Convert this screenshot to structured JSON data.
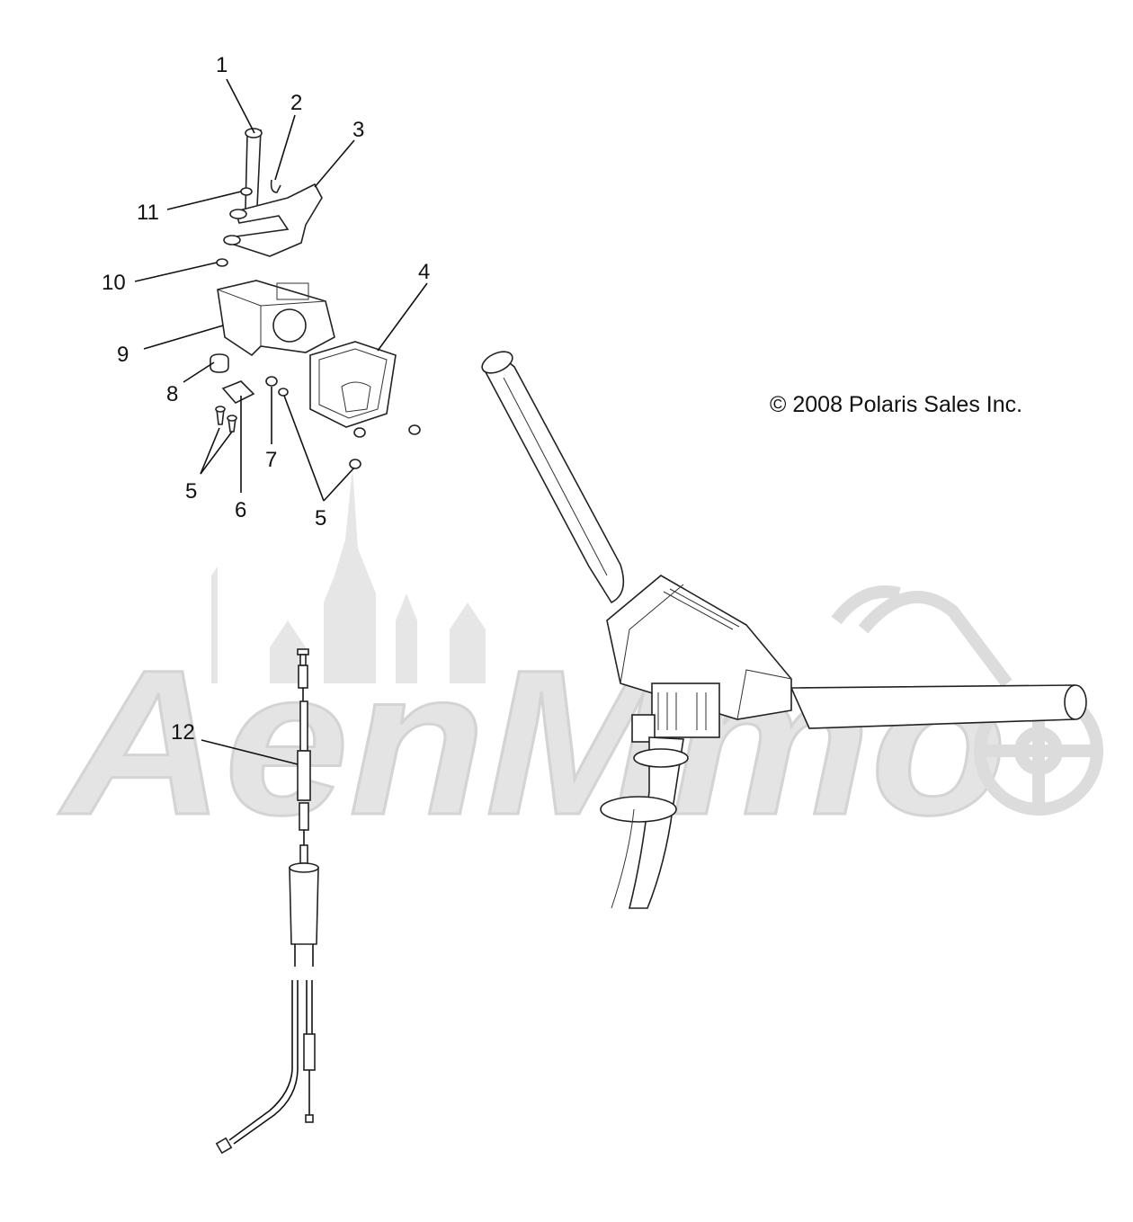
{
  "copyright": "© 2008 Polaris Sales Inc.",
  "watermark": {
    "text": "AenMmo",
    "color": "#d9d9d9"
  },
  "callouts": {
    "c1": "1",
    "c2": "2",
    "c3": "3",
    "c4": "4",
    "c5a": "5",
    "c5b": "5",
    "c6": "6",
    "c7": "7",
    "c8": "8",
    "c9": "9",
    "c10": "10",
    "c11": "11",
    "c12": "12"
  }
}
